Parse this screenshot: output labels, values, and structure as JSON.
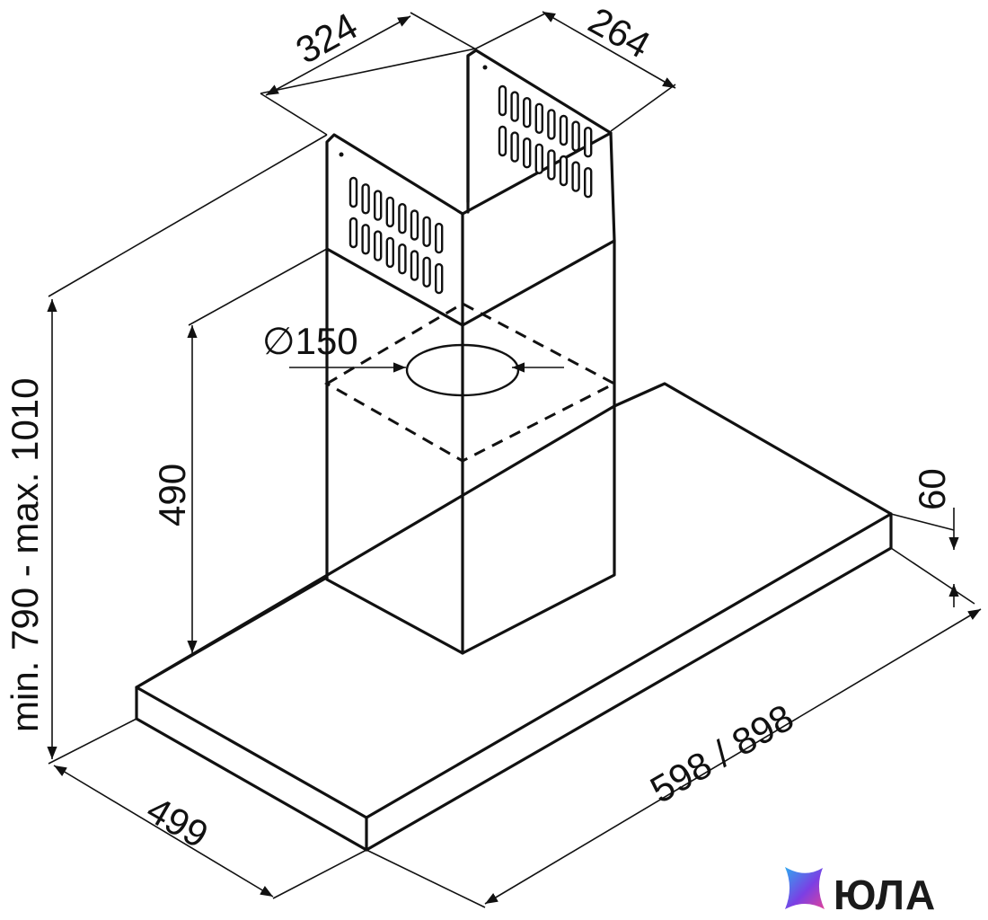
{
  "dimensions": {
    "top_width": "324",
    "top_depth": "264",
    "duct_diameter": "∅150",
    "chimney_height": "490",
    "total_height": "min. 790 - max. 1010",
    "canopy_thickness": "60",
    "canopy_width": "598 / 898",
    "canopy_depth": "499"
  },
  "brand": {
    "name": "ЮЛА",
    "colors": [
      "#7b3fe4",
      "#2fa8f0",
      "#e0439a"
    ]
  }
}
